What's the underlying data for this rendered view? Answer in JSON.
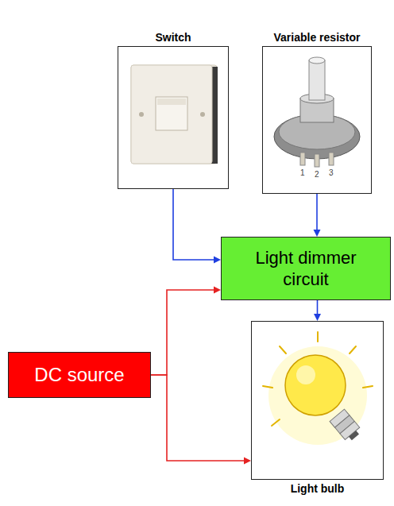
{
  "diagram": {
    "nodes": [
      {
        "text": [
          "Switch"
        ]
      },
      {
        "text": [
          "Variable resistor"
        ]
      },
      {
        "text": [
          "Light dimmer circuit"
        ]
      },
      {
        "text": [
          "DC source"
        ]
      },
      {
        "text": [
          "Light bulb"
        ]
      }
    ],
    "edges": [
      {
        "from": 0,
        "to": 2,
        "arrow": "to"
      },
      {
        "from": 1,
        "to": 2,
        "arrow": "to"
      },
      {
        "from": 3,
        "to": 2,
        "arrow": "to"
      },
      {
        "from": 3,
        "to": 4,
        "arrow": "to"
      },
      {
        "from": 2,
        "to": 4,
        "arrow": "to"
      }
    ],
    "labels": [
      "1",
      "2",
      "3"
    ]
  }
}
